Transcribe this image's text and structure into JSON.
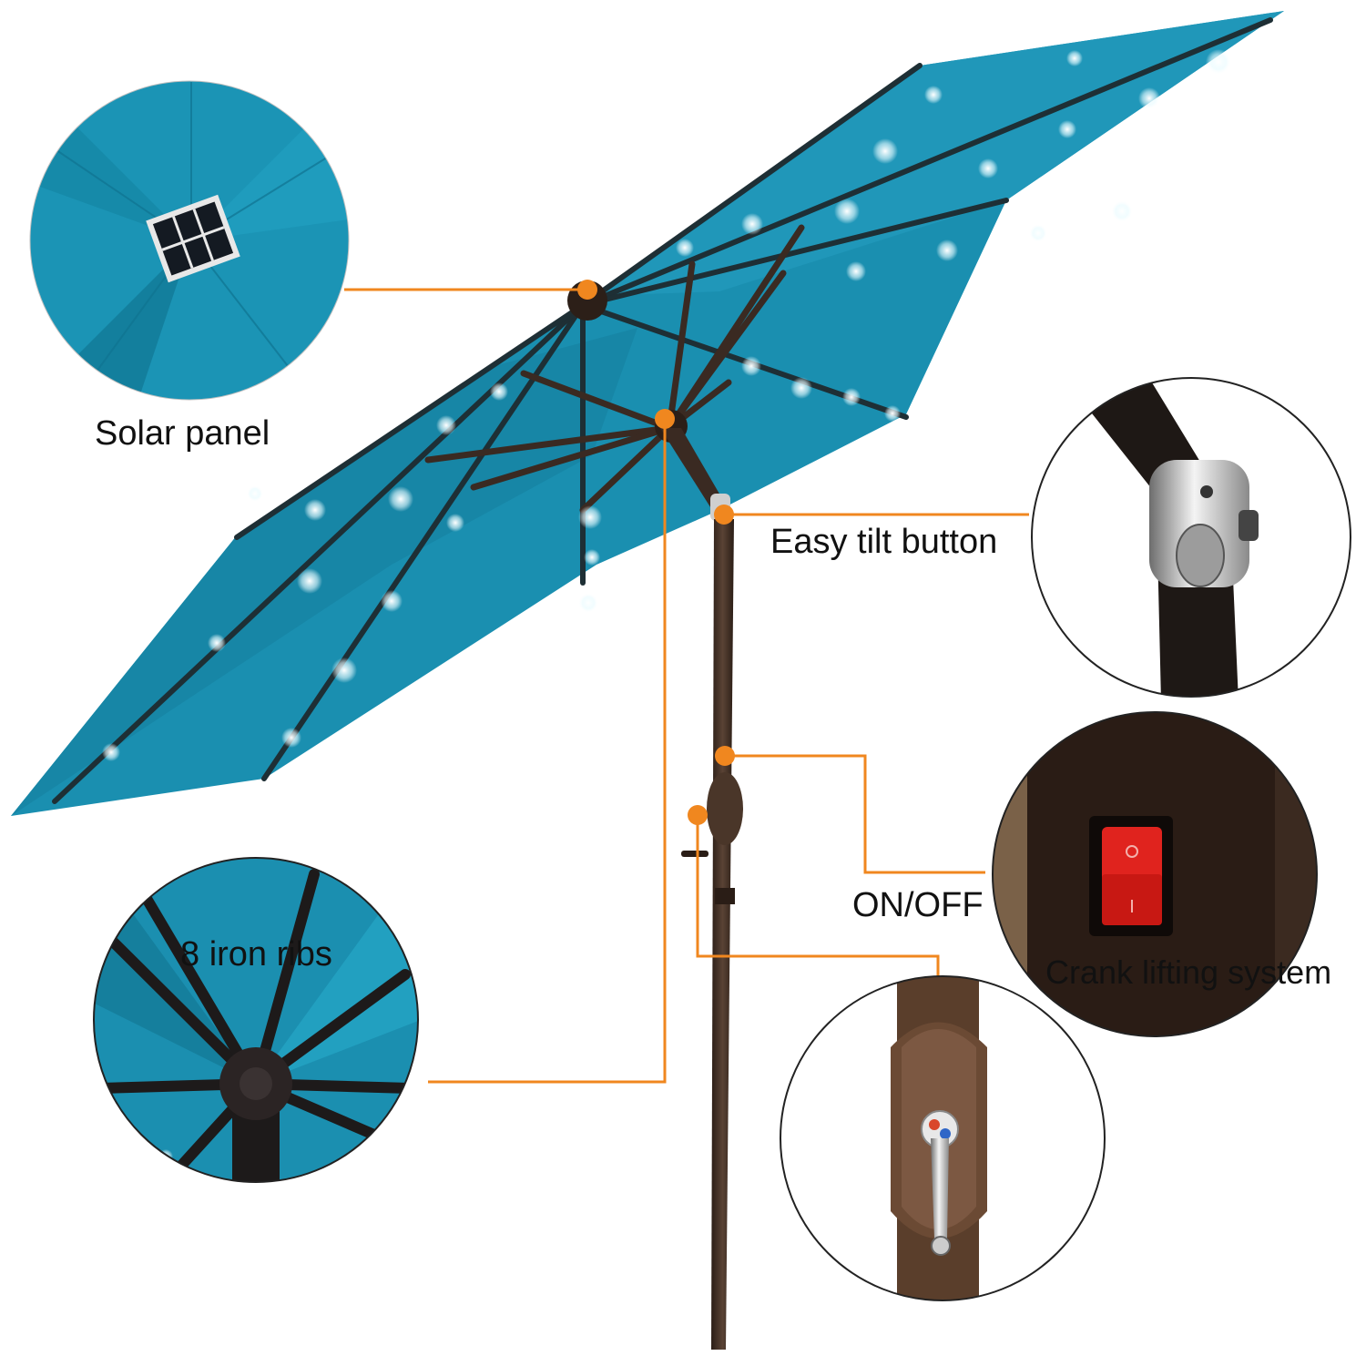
{
  "colors": {
    "canopy": "#1a8fb0",
    "canopy_light": "#2aa3c4",
    "canopy_dark": "#0d6d8a",
    "pole": "#3b2a20",
    "callout": "#f0871f",
    "led": "#ffffff"
  },
  "features": {
    "solar_panel": "Solar panel",
    "easy_tilt": "Easy tilt button",
    "on_off": "ON/OFF",
    "iron_ribs": "8 iron ribs",
    "crank": "Crank lifting system"
  },
  "icons": [
    "solar-panel-icon",
    "tilt-hinge-icon",
    "power-switch-icon",
    "rib-hub-icon",
    "crank-handle-icon"
  ]
}
